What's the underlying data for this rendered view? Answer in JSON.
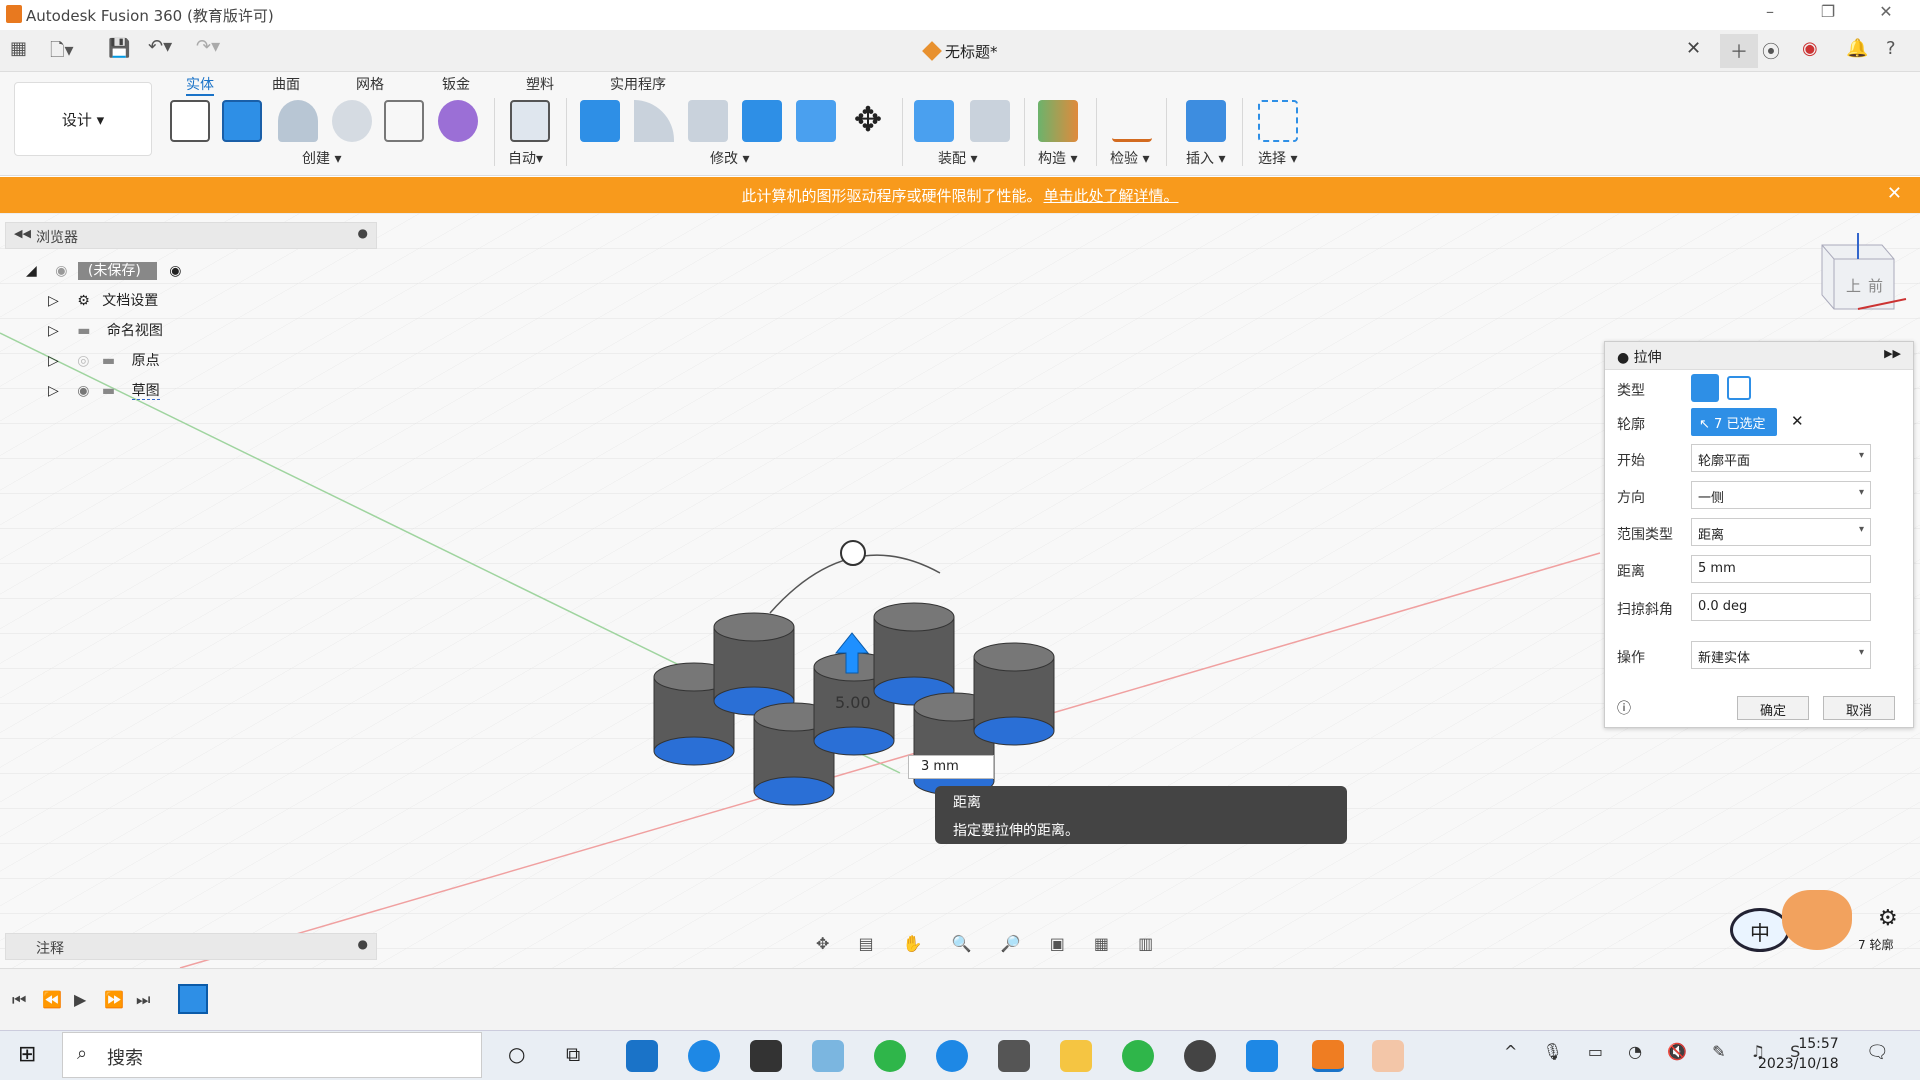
{
  "title_bar": {
    "title": "Autodesk Fusion 360 (教育版许可)"
  },
  "doc_tab": {
    "name": "无标题*"
  },
  "toolbar": {
    "workspace": "设计 ▾",
    "tabs": [
      "实体",
      "曲面",
      "网格",
      "钣金",
      "塑料",
      "实用程序"
    ],
    "groups": [
      "创建 ▾",
      "自动▾",
      "修改 ▾",
      "装配 ▾",
      "构造 ▾",
      "检验 ▾",
      "插入 ▾",
      "选择 ▾"
    ]
  },
  "banner": {
    "text": "此计算机的图形驱动程序或硬件限制了性能。",
    "link": "单击此处了解详情。"
  },
  "browser": {
    "title": "浏览器",
    "root": "(未保存)",
    "items": [
      "文档设置",
      "命名视图",
      "原点",
      "草图"
    ]
  },
  "notes": {
    "title": "注释"
  },
  "viewport": {
    "dimension_label": "5.00",
    "distance_input": "3 mm",
    "viewcube_top": "上",
    "viewcube_front": "前"
  },
  "tooltip": {
    "title": "距离",
    "text": "指定要拉伸的距离。"
  },
  "extrude_panel": {
    "title": "拉伸",
    "rows": [
      {
        "label": "类型",
        "value": ""
      },
      {
        "label": "轮廓",
        "value": "7 已选定"
      },
      {
        "label": "开始",
        "value": "轮廓平面"
      },
      {
        "label": "方向",
        "value": "一侧"
      },
      {
        "label": "范围类型",
        "value": "距离"
      },
      {
        "label": "距离",
        "value": "5 mm"
      },
      {
        "label": "扫掠斜角",
        "value": "0.0 deg"
      },
      {
        "label": "操作",
        "value": "新建实体"
      }
    ],
    "ok": "确定",
    "cancel": "取消"
  },
  "widget": {
    "ime": "中",
    "badge": "7 轮廓"
  },
  "taskbar": {
    "search": "搜索",
    "time": "15:57",
    "date": "2023/10/18"
  },
  "colors": {
    "accent": "#1a73c8",
    "banner": "#f89a1c",
    "face_blue": "#2a6fd6",
    "cylinder": "#5a5a5a"
  }
}
